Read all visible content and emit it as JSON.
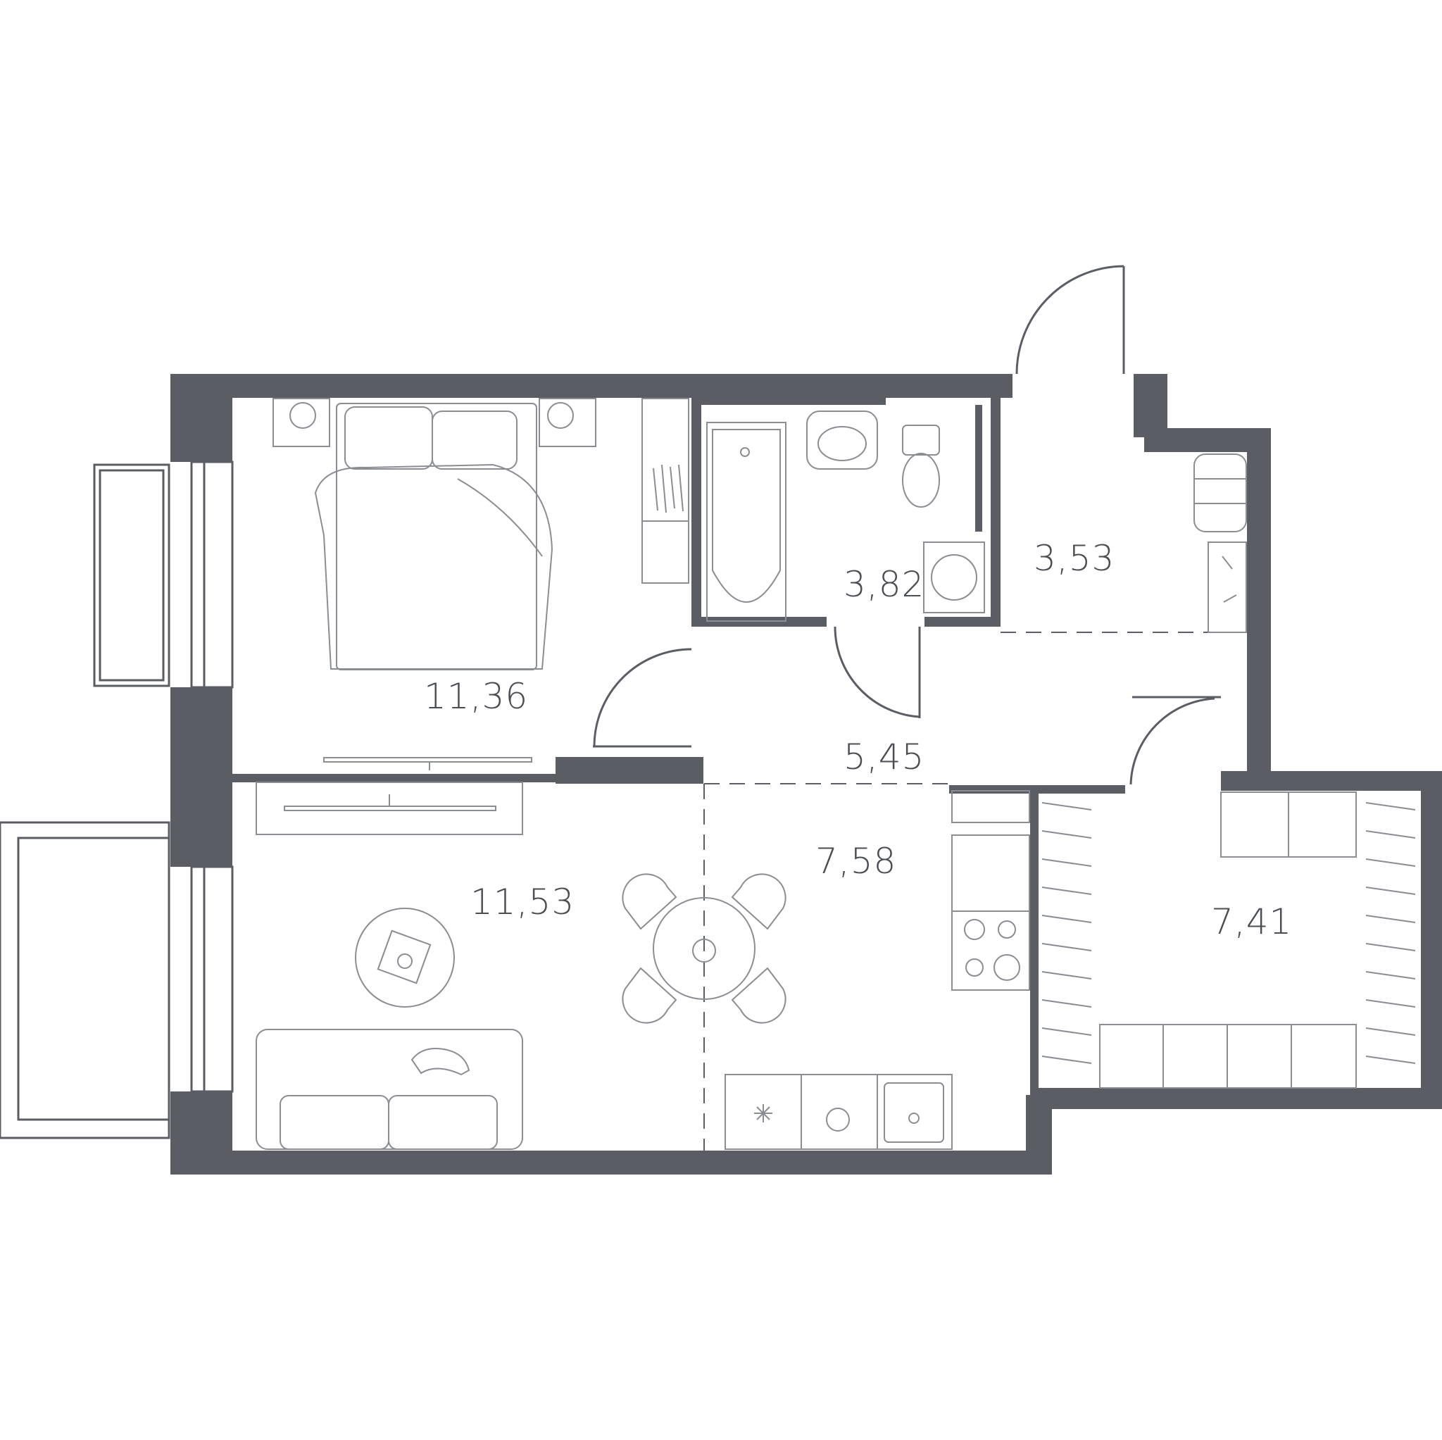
{
  "rooms": [
    {
      "id": "bedroom",
      "area": "11,36"
    },
    {
      "id": "bathroom",
      "area": "3,82"
    },
    {
      "id": "entry",
      "area": "3,53"
    },
    {
      "id": "hallway",
      "area": "5,45"
    },
    {
      "id": "kitchen",
      "area": "7,58"
    },
    {
      "id": "living",
      "area": "11,53"
    },
    {
      "id": "loggia",
      "area": "7,41"
    }
  ],
  "colors": {
    "wall": "#5a5d63",
    "furniture": "#8a8d92",
    "label": "#4a4d52",
    "background": "#ffffff"
  }
}
